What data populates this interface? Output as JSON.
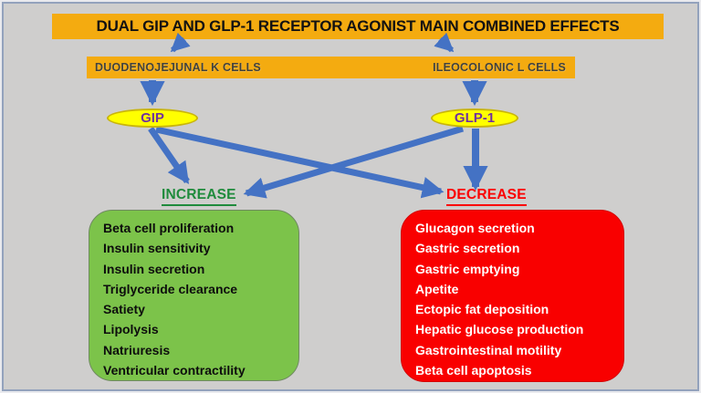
{
  "colors": {
    "background": "#cfcecd",
    "frame_border": "#93a2bc",
    "bar_orange": "#f4ab10",
    "arrow_blue": "#4472c4",
    "ellipse_yellow": "#ffff00",
    "ellipse_border": "#c9b50a",
    "hormone_text": "#7030a0",
    "increase_green": "#1f8b3c",
    "decrease_red": "#fb0000",
    "increase_box_bg": "#7cc34a",
    "decrease_box_bg": "#f90000",
    "cells_text": "#42423c"
  },
  "title": {
    "text": "DUAL GIP AND GLP-1 RECEPTOR AGONIST MAIN COMBINED EFFECTS"
  },
  "cells_bar": {
    "left_label": "DUODENOJEJUNAL K CELLS",
    "right_label": "ILEOCOLONIC L CELLS"
  },
  "hormones": {
    "gip_label": "GIP",
    "glp1_label": "GLP-1"
  },
  "increase": {
    "heading": "INCREASE",
    "items": [
      "Beta cell proliferation",
      "Insulin sensitivity",
      "Insulin secretion",
      "Triglyceride clearance",
      "Satiety",
      "Lipolysis",
      "Natriuresis",
      "Ventricular contractility"
    ]
  },
  "decrease": {
    "heading": "DECREASE",
    "items": [
      "Glucagon secretion",
      "Gastric secretion",
      "Gastric emptying",
      "Apetite",
      "Ectopic fat deposition",
      "Hepatic glucose production",
      "Gastrointestinal motility",
      "Beta cell apoptosis"
    ]
  }
}
